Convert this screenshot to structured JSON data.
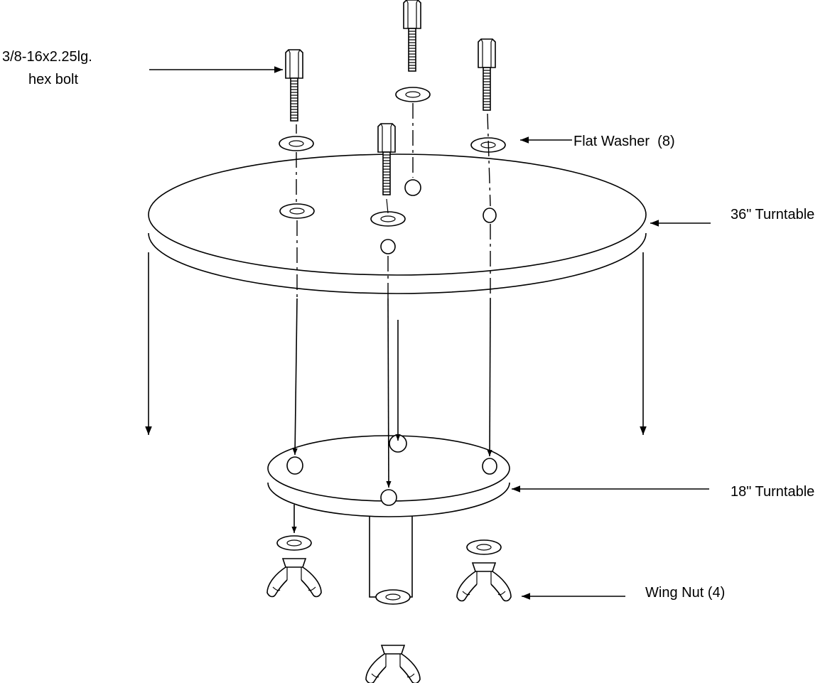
{
  "labels": {
    "hex_bolt_line1": "3/8-16x2.25lg.",
    "hex_bolt_line2": "hex bolt",
    "flat_washer": "Flat Washer  (8)",
    "turntable_36": "36\" Turntable",
    "turntable_18": "18\" Turntable",
    "wing_nut": "Wing Nut (4)"
  }
}
